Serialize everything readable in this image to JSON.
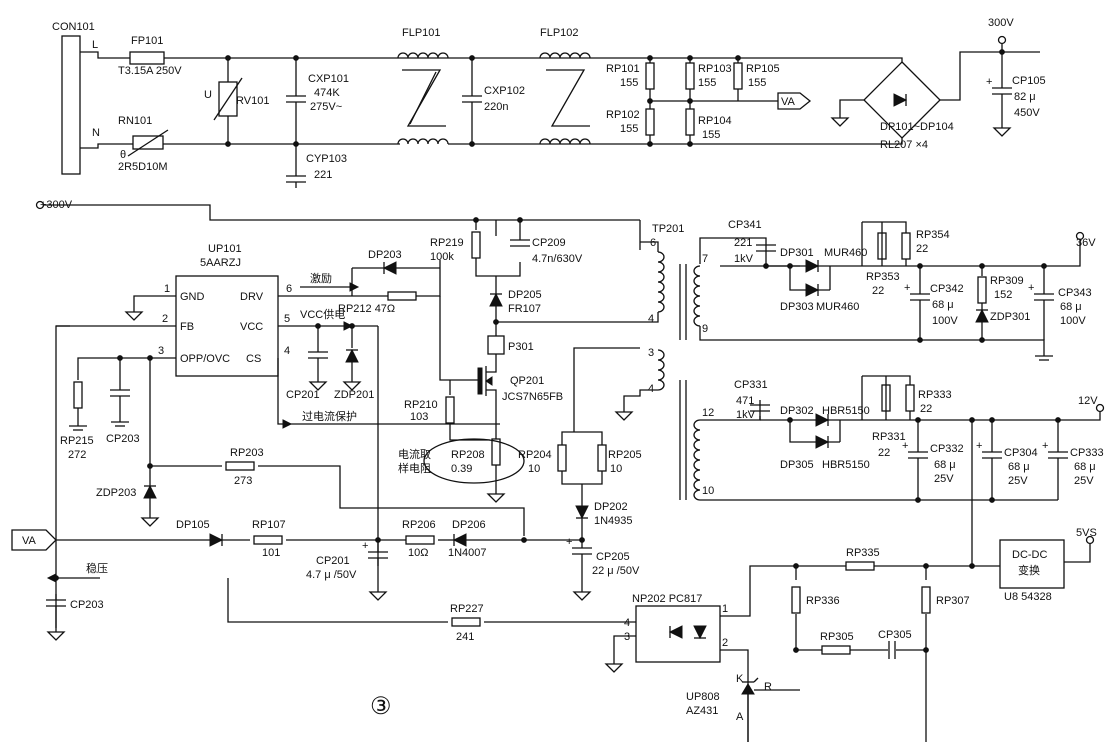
{
  "colors": {
    "ink": "#111111",
    "paper": "#ffffff"
  },
  "labels": [
    {
      "id": "con101",
      "t": "CON101"
    },
    {
      "id": "l_pin",
      "t": "L"
    },
    {
      "id": "n_pin",
      "t": "N"
    },
    {
      "id": "fp101",
      "t": "FP101"
    },
    {
      "id": "fp101v",
      "t": "T3.15A  250V"
    },
    {
      "id": "rn101",
      "t": "RN101"
    },
    {
      "id": "rn101v",
      "t": "2R5D10M"
    },
    {
      "id": "theta",
      "t": "θ"
    },
    {
      "id": "u_lbl",
      "t": "U"
    },
    {
      "id": "rv101",
      "t": "RV101"
    },
    {
      "id": "cxp101",
      "t": "CXP101"
    },
    {
      "id": "cxp101a",
      "t": "474K"
    },
    {
      "id": "cxp101b",
      "t": "275V~"
    },
    {
      "id": "cyp103",
      "t": "CYP103"
    },
    {
      "id": "cyp103v",
      "t": "221"
    },
    {
      "id": "flp101",
      "t": "FLP101"
    },
    {
      "id": "cxp102",
      "t": "CXP102"
    },
    {
      "id": "cxp102v",
      "t": "220n"
    },
    {
      "id": "flp102",
      "t": "FLP102"
    },
    {
      "id": "rp101",
      "t": "RP101"
    },
    {
      "id": "rp101v",
      "t": "155"
    },
    {
      "id": "rp102",
      "t": "RP102"
    },
    {
      "id": "rp102v",
      "t": "155"
    },
    {
      "id": "rp103",
      "t": "RP103"
    },
    {
      "id": "rp103v",
      "t": "155"
    },
    {
      "id": "rp104",
      "t": "RP104"
    },
    {
      "id": "rp104v",
      "t": "155"
    },
    {
      "id": "rp105",
      "t": "RP105"
    },
    {
      "id": "rp105v",
      "t": "155"
    },
    {
      "id": "va_top",
      "t": "VA"
    },
    {
      "id": "v300",
      "t": "300V"
    },
    {
      "id": "dp101",
      "t": "DP101~DP104"
    },
    {
      "id": "rl207",
      "t": "RL207  ×4"
    },
    {
      "id": "cp105",
      "t": "CP105"
    },
    {
      "id": "cp105a",
      "t": "82 μ"
    },
    {
      "id": "cp105b",
      "t": "450V"
    },
    {
      "id": "p300",
      "t": "+300V"
    },
    {
      "id": "up101",
      "t": "UP101"
    },
    {
      "id": "up101v",
      "t": "5AARZJ"
    },
    {
      "id": "pin1",
      "t": "1"
    },
    {
      "id": "pin2",
      "t": "2"
    },
    {
      "id": "pin3",
      "t": "3"
    },
    {
      "id": "pin4",
      "t": "4"
    },
    {
      "id": "pin5",
      "t": "5"
    },
    {
      "id": "pin6",
      "t": "6"
    },
    {
      "id": "gnd",
      "t": "GND"
    },
    {
      "id": "fb",
      "t": "FB"
    },
    {
      "id": "opp",
      "t": "OPP/OVC"
    },
    {
      "id": "drv",
      "t": "DRV"
    },
    {
      "id": "vcc",
      "t": "VCC"
    },
    {
      "id": "cs",
      "t": "CS"
    },
    {
      "id": "dp203",
      "t": "DP203"
    },
    {
      "id": "jili",
      "t": "激励"
    },
    {
      "id": "rp212",
      "t": "RP212  47Ω"
    },
    {
      "id": "vccsup",
      "t": "VCC供电"
    },
    {
      "id": "cp201a",
      "t": "CP201"
    },
    {
      "id": "zdp201",
      "t": "ZDP201"
    },
    {
      "id": "overcur",
      "t": "过电流保护"
    },
    {
      "id": "rp219",
      "t": "RP219"
    },
    {
      "id": "rp219v",
      "t": "100k"
    },
    {
      "id": "cp209",
      "t": "CP209"
    },
    {
      "id": "cp209v",
      "t": "4.7n/630V"
    },
    {
      "id": "dp205",
      "t": "DP205"
    },
    {
      "id": "dp205v",
      "t": "FR107"
    },
    {
      "id": "p301",
      "t": "P301"
    },
    {
      "id": "qp201",
      "t": "QP201"
    },
    {
      "id": "qp201v",
      "t": "JCS7N65FB"
    },
    {
      "id": "rp210",
      "t": "RP210"
    },
    {
      "id": "rp210v",
      "t": "103"
    },
    {
      "id": "sense1",
      "t": "电流取"
    },
    {
      "id": "sense2",
      "t": "样电阻"
    },
    {
      "id": "rp208",
      "t": "RP208"
    },
    {
      "id": "rp208v",
      "t": "0.39"
    },
    {
      "id": "rp215",
      "t": "RP215"
    },
    {
      "id": "rp215v",
      "t": "272"
    },
    {
      "id": "cp203a",
      "t": "CP203"
    },
    {
      "id": "rp203",
      "t": "RP203"
    },
    {
      "id": "rp203v",
      "t": "273"
    },
    {
      "id": "zdp203",
      "t": "ZDP203"
    },
    {
      "id": "rp204",
      "t": "RP204"
    },
    {
      "id": "rp204v",
      "t": "10"
    },
    {
      "id": "rp205",
      "t": "RP205"
    },
    {
      "id": "rp205v",
      "t": "10"
    },
    {
      "id": "dp202",
      "t": "DP202"
    },
    {
      "id": "dp202v",
      "t": "1N4935"
    },
    {
      "id": "va_left",
      "t": "VA"
    },
    {
      "id": "dp105",
      "t": "DP105"
    },
    {
      "id": "rp107",
      "t": "RP107"
    },
    {
      "id": "rp107v",
      "t": "101"
    },
    {
      "id": "cp201b",
      "t": "CP201"
    },
    {
      "id": "cp201bv",
      "t": "4.7 μ /50V"
    },
    {
      "id": "rp206",
      "t": "RP206"
    },
    {
      "id": "rp206v",
      "t": "10Ω"
    },
    {
      "id": "dp206",
      "t": "DP206"
    },
    {
      "id": "dp206v",
      "t": "1N4007"
    },
    {
      "id": "cp205",
      "t": "CP205"
    },
    {
      "id": "cp205v",
      "t": "22 μ /50V"
    },
    {
      "id": "wenya",
      "t": "稳压"
    },
    {
      "id": "cp203b",
      "t": "CP203"
    },
    {
      "id": "rp227",
      "t": "RP227"
    },
    {
      "id": "rp227v",
      "t": "241"
    },
    {
      "id": "np202",
      "t": "NP202  PC817"
    },
    {
      "id": "oc1",
      "t": "1"
    },
    {
      "id": "oc2",
      "t": "2"
    },
    {
      "id": "oc3",
      "t": "3"
    },
    {
      "id": "oc4",
      "t": "4"
    },
    {
      "id": "tp201",
      "t": "TP201"
    },
    {
      "id": "tw6",
      "t": "6"
    },
    {
      "id": "tw4a",
      "t": "4"
    },
    {
      "id": "tw3",
      "t": "3"
    },
    {
      "id": "tw4b",
      "t": "4"
    },
    {
      "id": "tw7",
      "t": "7"
    },
    {
      "id": "tw9",
      "t": "9"
    },
    {
      "id": "tw12",
      "t": "12"
    },
    {
      "id": "tw10",
      "t": "10"
    },
    {
      "id": "cp341",
      "t": "CP341"
    },
    {
      "id": "cp341a",
      "t": "221"
    },
    {
      "id": "cp341b",
      "t": "1kV"
    },
    {
      "id": "dp301",
      "t": "DP301"
    },
    {
      "id": "mur1",
      "t": "MUR460"
    },
    {
      "id": "dp303",
      "t": "DP303"
    },
    {
      "id": "mur2",
      "t": "MUR460"
    },
    {
      "id": "rp353",
      "t": "RP353"
    },
    {
      "id": "rp353v",
      "t": "22"
    },
    {
      "id": "rp354",
      "t": "RP354"
    },
    {
      "id": "rp354v",
      "t": "22"
    },
    {
      "id": "v36",
      "t": "36V"
    },
    {
      "id": "cp342",
      "t": "CP342"
    },
    {
      "id": "cp342a",
      "t": "68 μ"
    },
    {
      "id": "cp342b",
      "t": "100V"
    },
    {
      "id": "rp309",
      "t": "RP309"
    },
    {
      "id": "rp309v",
      "t": "152"
    },
    {
      "id": "zdp301",
      "t": "ZDP301"
    },
    {
      "id": "cp343",
      "t": "CP343"
    },
    {
      "id": "cp343a",
      "t": "68 μ"
    },
    {
      "id": "cp343b",
      "t": "100V"
    },
    {
      "id": "cp331",
      "t": "CP331"
    },
    {
      "id": "cp331a",
      "t": "471"
    },
    {
      "id": "cp331b",
      "t": "1kV"
    },
    {
      "id": "dp302",
      "t": "DP302"
    },
    {
      "id": "hbr1",
      "t": "HBR5150"
    },
    {
      "id": "dp305",
      "t": "DP305"
    },
    {
      "id": "hbr2",
      "t": "HBR5150"
    },
    {
      "id": "rp331",
      "t": "RP331"
    },
    {
      "id": "rp331v",
      "t": "22"
    },
    {
      "id": "rp333",
      "t": "RP333"
    },
    {
      "id": "rp333v",
      "t": "22"
    },
    {
      "id": "v12",
      "t": "12V"
    },
    {
      "id": "cp332",
      "t": "CP332"
    },
    {
      "id": "cp332a",
      "t": "68 μ"
    },
    {
      "id": "cp332b",
      "t": "25V"
    },
    {
      "id": "cp304",
      "t": "CP304"
    },
    {
      "id": "cp304a",
      "t": "68 μ"
    },
    {
      "id": "cp304b",
      "t": "25V"
    },
    {
      "id": "cp333",
      "t": "CP333"
    },
    {
      "id": "cp333a",
      "t": "68 μ"
    },
    {
      "id": "cp333b",
      "t": "25V"
    },
    {
      "id": "v5vs",
      "t": "5VS"
    },
    {
      "id": "dcdc1",
      "t": "DC-DC"
    },
    {
      "id": "dcdc2",
      "t": "变换"
    },
    {
      "id": "u8",
      "t": "U8  54328"
    },
    {
      "id": "rp335",
      "t": "RP335"
    },
    {
      "id": "rp336",
      "t": "RP336"
    },
    {
      "id": "rp307",
      "t": "RP307"
    },
    {
      "id": "rp305",
      "t": "RP305"
    },
    {
      "id": "cp305",
      "t": "CP305"
    },
    {
      "id": "k_lbl",
      "t": "K"
    },
    {
      "id": "r_lbl",
      "t": "R"
    },
    {
      "id": "a_lbl",
      "t": "A"
    },
    {
      "id": "up808",
      "t": "UP808"
    },
    {
      "id": "az431",
      "t": "AZ431"
    },
    {
      "id": "circle3",
      "t": "③"
    }
  ]
}
